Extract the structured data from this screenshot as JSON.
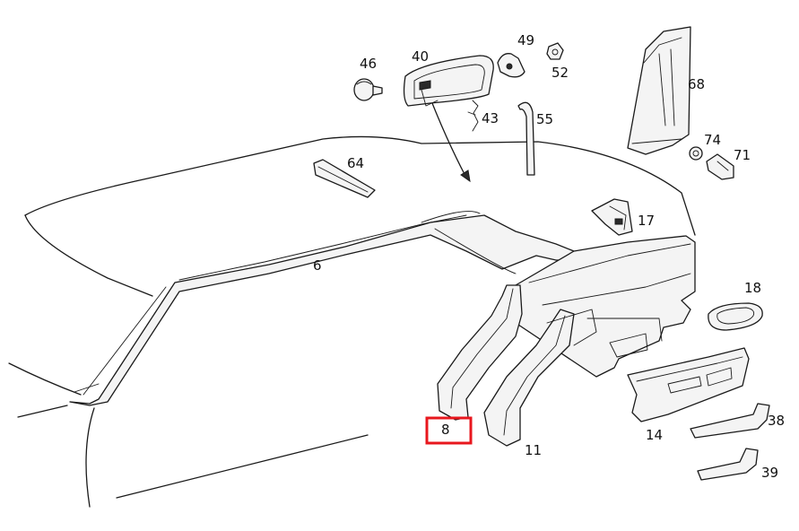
{
  "callouts": {
    "c6": "6",
    "c8": "8",
    "c11": "11",
    "c14": "14",
    "c17": "17",
    "c18": "18",
    "c38": "38",
    "c39": "39",
    "c40": "40",
    "c43": "43",
    "c46": "46",
    "c49": "49",
    "c52": "52",
    "c55": "55",
    "c64": "64",
    "c68": "68",
    "c71": "71",
    "c74": "74"
  },
  "colors": {
    "highlight": "#e8171e",
    "line": "#1a1a1a",
    "background": "#ffffff"
  },
  "selected_callout": "8"
}
